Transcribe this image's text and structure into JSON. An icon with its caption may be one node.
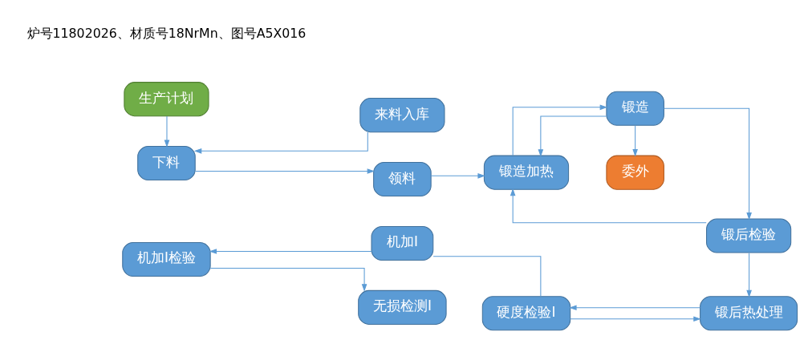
{
  "diagram": {
    "nodes": [
      {
        "text": [
          "生产计划"
        ]
      },
      {
        "text": [
          "委外"
        ]
      },
      {
        "text": [
          "来料入库"
        ]
      },
      {
        "text": [
          "下料"
        ]
      },
      {
        "text": [
          "领料"
        ]
      },
      {
        "text": [
          "锻造加热"
        ]
      },
      {
        "text": [
          "锻造"
        ]
      },
      {
        "text": [
          "锻后检验"
        ]
      },
      {
        "text": [
          "无损检测Ⅰ"
        ]
      },
      {
        "text": [
          "机加Ⅰ检验"
        ]
      },
      {
        "text": [
          "机加Ⅰ"
        ]
      },
      {
        "text": [
          "硬度检验Ⅰ"
        ]
      },
      {
        "text": [
          "锻后热处理"
        ]
      }
    ],
    "edges": [
      {
        "from": 0,
        "to": 3,
        "arrow": "to"
      },
      {
        "from": 2,
        "to": 3,
        "arrow": "to"
      },
      {
        "from": 3,
        "to": 4,
        "arrow": "to"
      },
      {
        "from": 4,
        "to": 5,
        "arrow": "to"
      },
      {
        "from": 5,
        "to": 6,
        "arrow": "to"
      },
      {
        "from": 6,
        "to": 5,
        "arrow": "to"
      },
      {
        "from": 6,
        "to": 1,
        "arrow": "to"
      },
      {
        "from": 7,
        "to": 5,
        "arrow": "to"
      },
      {
        "from": 6,
        "to": 7,
        "arrow": "to"
      },
      {
        "from": 7,
        "to": 12,
        "arrow": "to"
      },
      {
        "from": 12,
        "to": 11,
        "arrow": "to"
      },
      {
        "from": 11,
        "to": 12,
        "arrow": "to"
      },
      {
        "from": 11,
        "to": 10,
        "arrow": "none"
      },
      {
        "from": 10,
        "to": 9,
        "arrow": "to"
      },
      {
        "from": 9,
        "to": 8,
        "arrow": "to"
      }
    ],
    "labels": [
      "炉号11802026、材质号18NrMn、图号A5X016"
    ]
  }
}
